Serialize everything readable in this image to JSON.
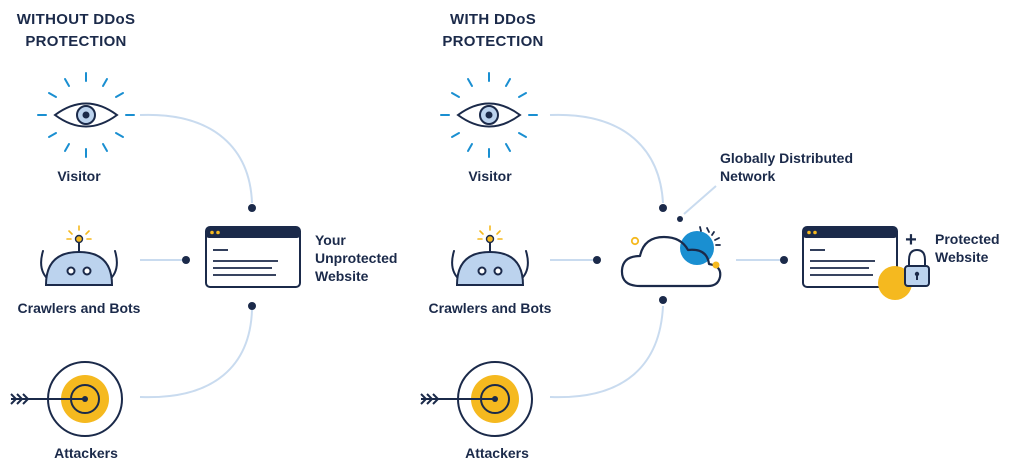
{
  "left_panel": {
    "title_line1": "WITHOUT DDoS",
    "title_line2": "PROTECTION",
    "visitor_label": "Visitor",
    "bots_label": "Crawlers and Bots",
    "attackers_label": "Attackers",
    "website_label_line1": "Your",
    "website_label_line2": "Unprotected",
    "website_label_line3": "Website"
  },
  "right_panel": {
    "title_line1": "WITH DDoS",
    "title_line2": "PROTECTION",
    "visitor_label": "Visitor",
    "bots_label": "Crawlers and Bots",
    "attackers_label": "Attackers",
    "network_label_line1": "Globally Distributed",
    "network_label_line2": "Network",
    "protected_plus": "+",
    "protected_label_line1": "Protected",
    "protected_label_line2": "Website"
  },
  "icons": {
    "visitor": "eye-icon",
    "bots": "robot-icon",
    "attackers": "target-icon",
    "website": "browser-window-icon",
    "network": "cloud-icon",
    "lock": "padlock-icon"
  },
  "colors": {
    "navy": "#1b2a4a",
    "blue": "#1a8fd1",
    "yellow": "#f5b91f",
    "robot_fill": "#bcd3ee",
    "connector": "#c9dbef"
  }
}
